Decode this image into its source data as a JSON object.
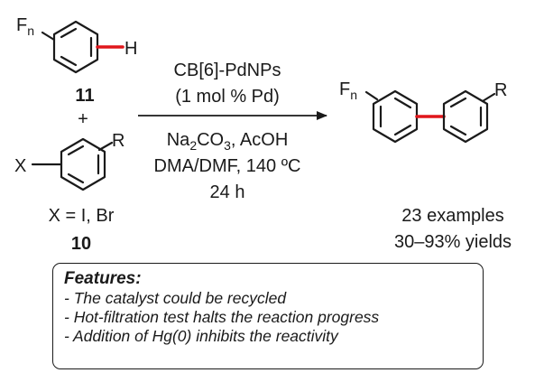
{
  "reactant_fluoroarene": {
    "substituent": "F",
    "subscript": "n",
    "atom": "H",
    "number": "11"
  },
  "plus_sign": "+",
  "reactant_haloarene": {
    "leaving_group": "X",
    "substituent": "R",
    "x_definition": "X = I, Br",
    "number": "10"
  },
  "conditions": {
    "catalyst": "CB[6]-PdNPs",
    "loading": "(1 mol % Pd)",
    "base_prefix": "Na",
    "base_sub1": "2",
    "base_mid": "CO",
    "base_sub2": "3",
    "base_suffix": ", AcOH",
    "solvent_temp": "DMA/DMF, 140 ºC",
    "time": "24 h"
  },
  "product": {
    "left_substituent": "F",
    "left_subscript": "n",
    "right_substituent": "R",
    "examples": "23 examples",
    "yields": "30–93% yields"
  },
  "features": {
    "title": "Features:",
    "items": [
      "- The catalyst could be recycled",
      "- Hot-filtration test halts the reaction progress",
      "- Addition of Hg(0) inhibits the reactivity"
    ]
  },
  "colors": {
    "bond": "#1a1a1a",
    "highlight_bond": "#e0161b"
  }
}
